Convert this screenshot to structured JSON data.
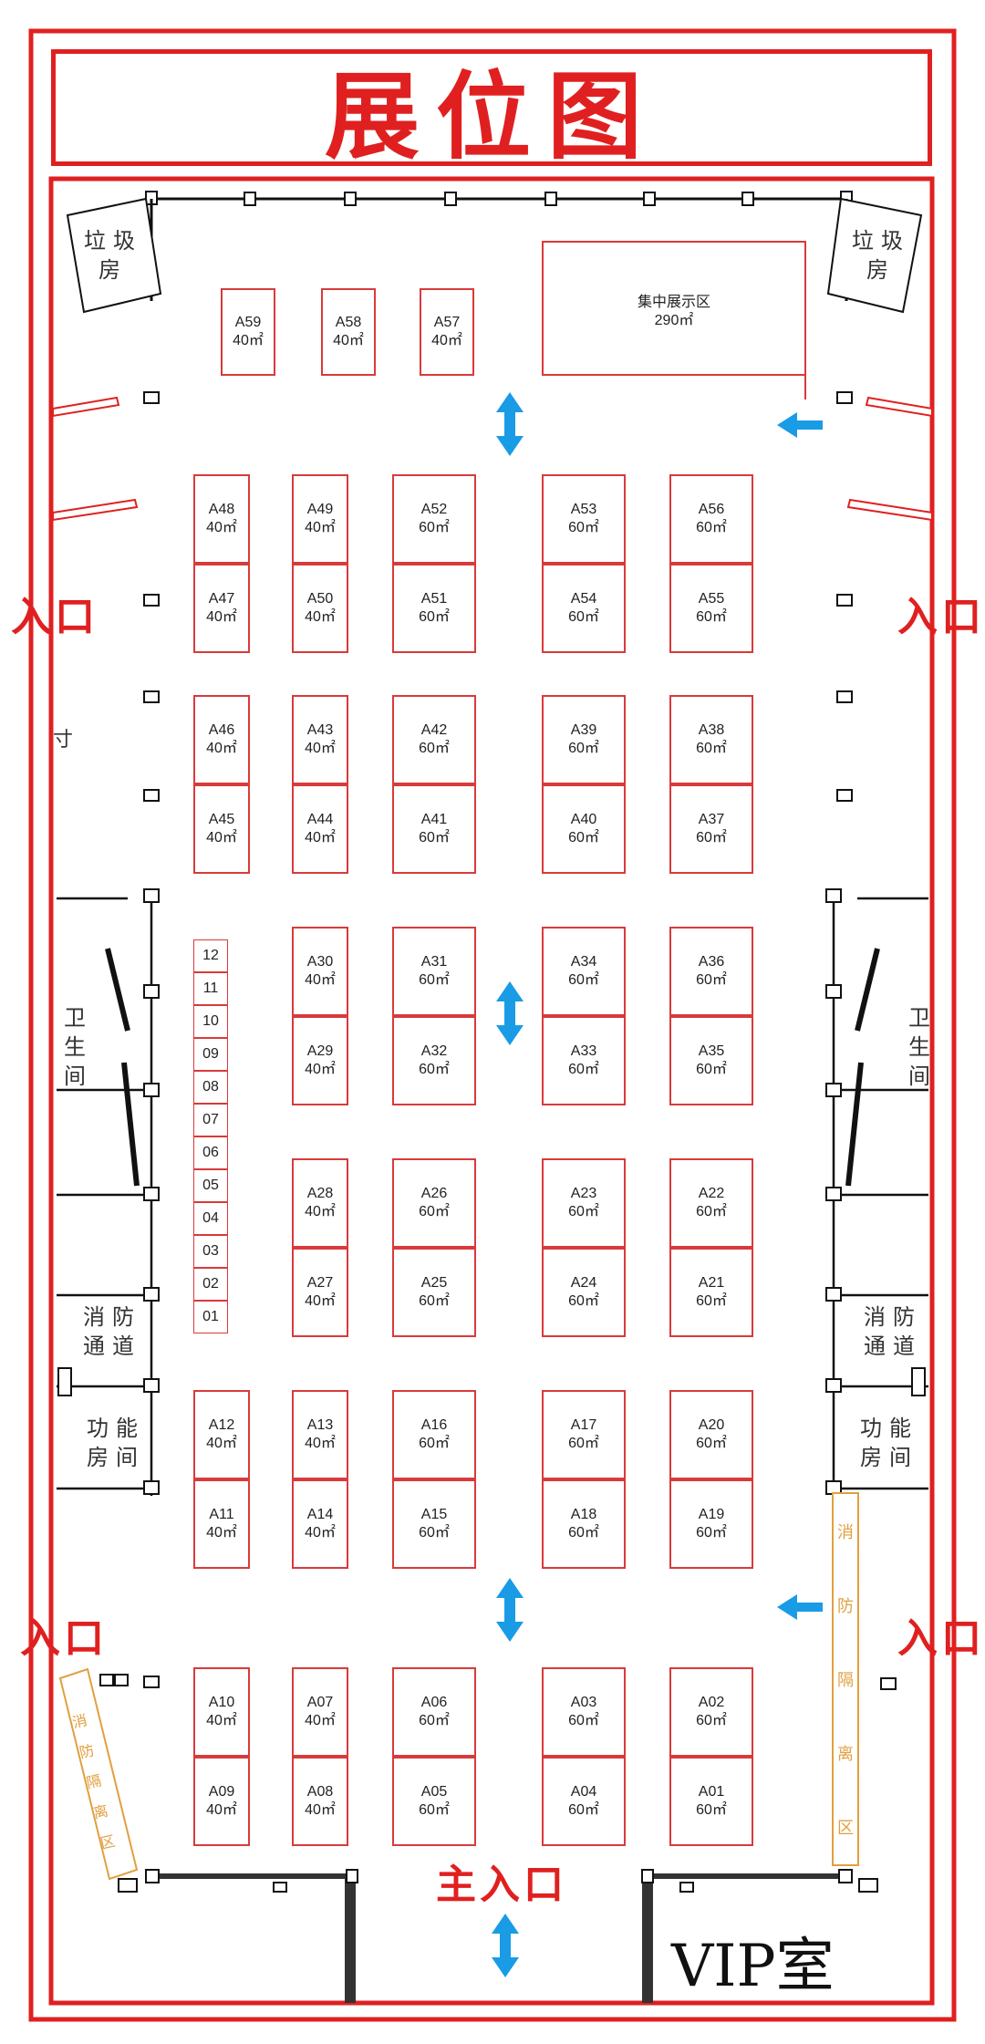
{
  "title": "展位图",
  "focus_area": {
    "name": "集中展示区",
    "area": "290㎡"
  },
  "booths": [
    {
      "id": "A59",
      "area": "40㎡"
    },
    {
      "id": "A58",
      "area": "40㎡"
    },
    {
      "id": "A57",
      "area": "40㎡"
    },
    {
      "id": "A48",
      "area": "40㎡"
    },
    {
      "id": "A47",
      "area": "40㎡"
    },
    {
      "id": "A49",
      "area": "40㎡"
    },
    {
      "id": "A50",
      "area": "40㎡"
    },
    {
      "id": "A52",
      "area": "60㎡"
    },
    {
      "id": "A51",
      "area": "60㎡"
    },
    {
      "id": "A53",
      "area": "60㎡"
    },
    {
      "id": "A54",
      "area": "60㎡"
    },
    {
      "id": "A56",
      "area": "60㎡"
    },
    {
      "id": "A55",
      "area": "60㎡"
    },
    {
      "id": "A46",
      "area": "40㎡"
    },
    {
      "id": "A45",
      "area": "40㎡"
    },
    {
      "id": "A43",
      "area": "40㎡"
    },
    {
      "id": "A44",
      "area": "40㎡"
    },
    {
      "id": "A42",
      "area": "60㎡"
    },
    {
      "id": "A41",
      "area": "60㎡"
    },
    {
      "id": "A39",
      "area": "60㎡"
    },
    {
      "id": "A40",
      "area": "60㎡"
    },
    {
      "id": "A38",
      "area": "60㎡"
    },
    {
      "id": "A37",
      "area": "60㎡"
    },
    {
      "id": "A30",
      "area": "40㎡"
    },
    {
      "id": "A29",
      "area": "40㎡"
    },
    {
      "id": "A31",
      "area": "60㎡"
    },
    {
      "id": "A32",
      "area": "60㎡"
    },
    {
      "id": "A34",
      "area": "60㎡"
    },
    {
      "id": "A33",
      "area": "60㎡"
    },
    {
      "id": "A36",
      "area": "60㎡"
    },
    {
      "id": "A35",
      "area": "60㎡"
    },
    {
      "id": "A28",
      "area": "40㎡"
    },
    {
      "id": "A27",
      "area": "40㎡"
    },
    {
      "id": "A26",
      "area": "60㎡"
    },
    {
      "id": "A25",
      "area": "60㎡"
    },
    {
      "id": "A23",
      "area": "60㎡"
    },
    {
      "id": "A24",
      "area": "60㎡"
    },
    {
      "id": "A22",
      "area": "60㎡"
    },
    {
      "id": "A21",
      "area": "60㎡"
    },
    {
      "id": "A12",
      "area": "40㎡"
    },
    {
      "id": "A11",
      "area": "40㎡"
    },
    {
      "id": "A13",
      "area": "40㎡"
    },
    {
      "id": "A14",
      "area": "40㎡"
    },
    {
      "id": "A16",
      "area": "60㎡"
    },
    {
      "id": "A15",
      "area": "60㎡"
    },
    {
      "id": "A17",
      "area": "60㎡"
    },
    {
      "id": "A18",
      "area": "60㎡"
    },
    {
      "id": "A20",
      "area": "60㎡"
    },
    {
      "id": "A19",
      "area": "60㎡"
    },
    {
      "id": "A10",
      "area": "40㎡"
    },
    {
      "id": "A09",
      "area": "40㎡"
    },
    {
      "id": "A07",
      "area": "40㎡"
    },
    {
      "id": "A08",
      "area": "40㎡"
    },
    {
      "id": "A06",
      "area": "60㎡"
    },
    {
      "id": "A05",
      "area": "60㎡"
    },
    {
      "id": "A03",
      "area": "60㎡"
    },
    {
      "id": "A04",
      "area": "60㎡"
    },
    {
      "id": "A02",
      "area": "60㎡"
    },
    {
      "id": "A01",
      "area": "60㎡"
    }
  ],
  "small_booths": [
    "12",
    "11",
    "10",
    "09",
    "08",
    "07",
    "06",
    "05",
    "04",
    "03",
    "02",
    "01"
  ],
  "labels": {
    "entrance": "入口",
    "main_entrance": "主入口",
    "trash_room": "垃圾房",
    "restroom": "卫生间",
    "fire_passage": "消防通道",
    "function_room": "功能房间",
    "fire_isolation": "消防隔离区",
    "vip_room": "VIP室",
    "edge_char": "寸"
  },
  "colors": {
    "frame_red": "#e02020",
    "booth_red": "#d93a3a",
    "arrow_blue": "#1a9be6",
    "fire_orange": "#e0a040"
  }
}
